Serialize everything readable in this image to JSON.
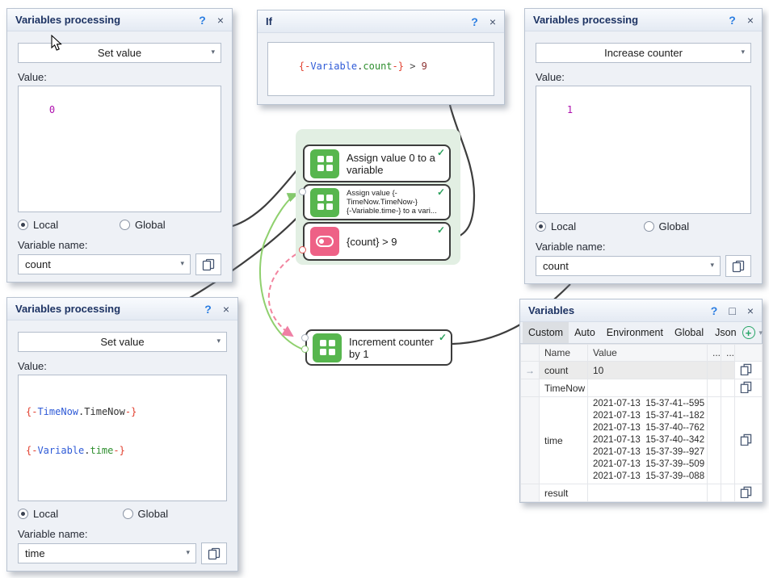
{
  "glyphs": {
    "help": "?",
    "close": "×",
    "maximize": "□",
    "caret": "▾",
    "check": "✓",
    "plus": "+",
    "row_arrow": "→",
    "dots": "..."
  },
  "panel_set_count": {
    "title": "Variables processing",
    "action": "Set value",
    "value_label": "Value:",
    "value": "0",
    "radio_local": "Local",
    "radio_global": "Global",
    "var_label": "Variable name:",
    "var_value": "count"
  },
  "panel_if": {
    "title": "If",
    "code": {
      "open": "{-",
      "ns": "Variable",
      "dot": ".",
      "name": "count",
      "close": "-}",
      "op": " > ",
      "num": "9"
    }
  },
  "panel_increase": {
    "title": "Variables processing",
    "action": "Increase counter",
    "value_label": "Value:",
    "value": "1",
    "radio_local": "Local",
    "radio_global": "Global",
    "var_label": "Variable name:",
    "var_value": "count"
  },
  "panel_set_time": {
    "title": "Variables processing",
    "action": "Set value",
    "value_label": "Value:",
    "code": {
      "l1_open": "{-",
      "l1_ns": "TimeNow",
      "l1_dot": ".",
      "l1_name": "TimeNow",
      "l1_close": "-}",
      "l2_open": "{-",
      "l2_ns": "Variable",
      "l2_dot": ".",
      "l2_name": "time",
      "l2_close": "-}"
    },
    "radio_local": "Local",
    "radio_global": "Global",
    "var_label": "Variable name:",
    "var_value": "time"
  },
  "variables_panel": {
    "title": "Variables",
    "tabs": [
      "Custom",
      "Auto",
      "Environment",
      "Global",
      "Json"
    ],
    "active_tab": "Custom",
    "columns": {
      "name": "Name",
      "value": "Value",
      "d1": "...",
      "d2": "..."
    },
    "rows": [
      {
        "name": "count",
        "value": "10"
      },
      {
        "name": "TimeNow",
        "value": ""
      },
      {
        "name": "time",
        "lines": [
          "2021-07-13  15-37-41--595",
          "2021-07-13  15-37-41--182",
          "2021-07-13  15-37-40--762",
          "2021-07-13  15-37-40--342",
          "2021-07-13  15-37-39--927",
          "2021-07-13  15-37-39--509",
          "2021-07-13  15-37-39--088"
        ]
      },
      {
        "name": "result",
        "value": ""
      }
    ]
  },
  "flow": {
    "block1": "Assign value 0 to a variable",
    "block2_lines": [
      "Assign value {-",
      "TimeNow.TimeNow-}",
      "{-Variable.time-} to a vari..."
    ],
    "block3": "{count} > 9",
    "block4": "Increment counter by 1"
  },
  "colors": {
    "accent_green": "#57b64e",
    "accent_pink": "#ee6186",
    "line_black": "#3d3d3d",
    "line_green": "#8fd06e",
    "line_pink": "#f2849f",
    "check_green": "#2aa05c",
    "help_blue": "#2a7de1",
    "group_bg": "#e2efe3"
  }
}
